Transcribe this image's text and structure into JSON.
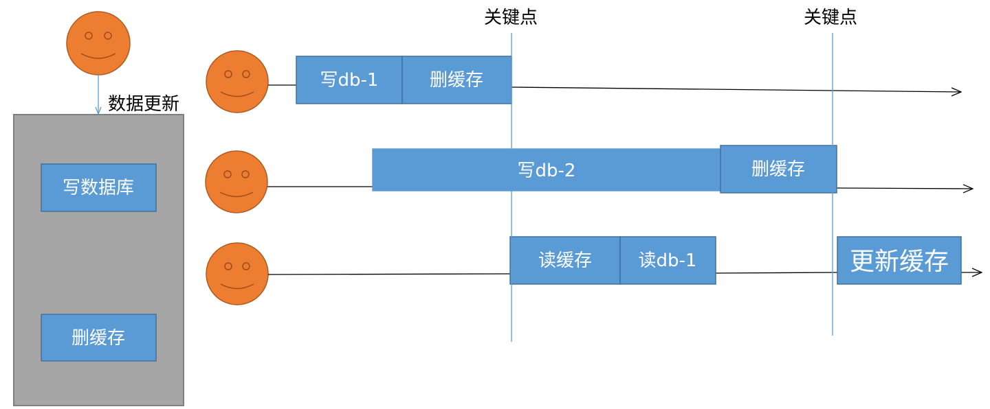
{
  "colors": {
    "box_fill": "#5b9bd5",
    "box_stroke": "#41719c",
    "box_text": "#ffffff",
    "face_fill": "#ed7d31",
    "face_stroke": "#ae5a21",
    "face_feature": "#9c4d1a",
    "panel_fill": "#a6a6a6",
    "panel_stroke": "#7f7f7f",
    "marker_line": "#5b9bd5",
    "timeline": "#000000",
    "label_text": "#000000"
  },
  "left_panel": {
    "caption": "数据更新",
    "step1": "写数据库",
    "step2": "删缓存"
  },
  "markers": {
    "m1": "关键点",
    "m2": "关键点"
  },
  "rows": {
    "r1": {
      "a": "写db-1",
      "b": "删缓存"
    },
    "r2": {
      "a": "写db-2",
      "b": "删缓存"
    },
    "r3": {
      "a": "读缓存",
      "b": "读db-1",
      "c": "更新缓存"
    }
  }
}
